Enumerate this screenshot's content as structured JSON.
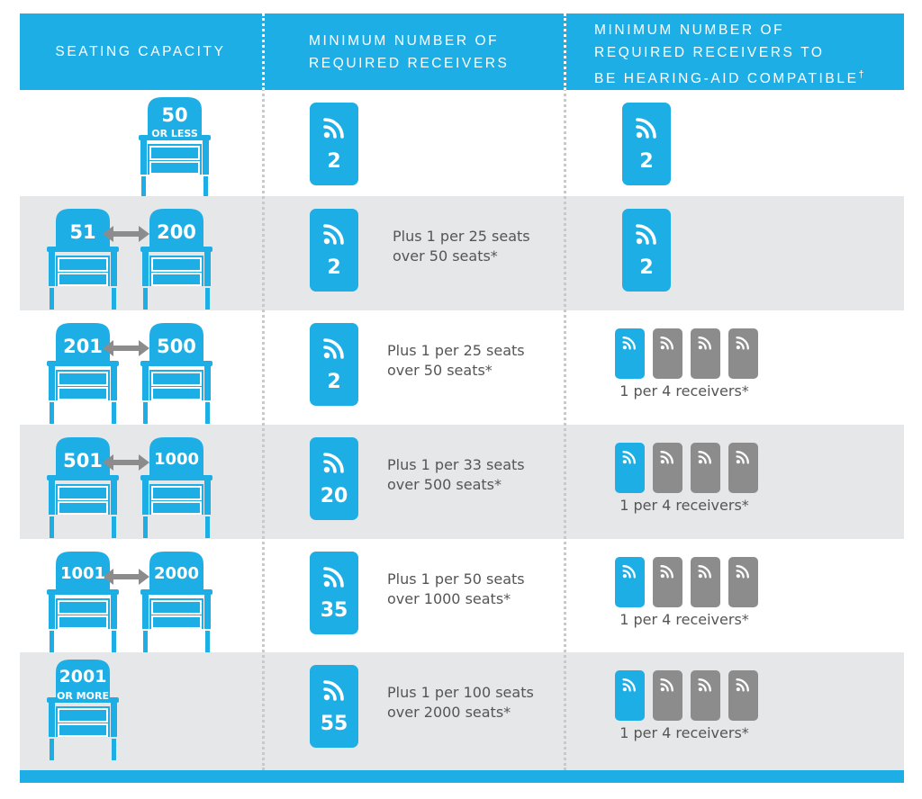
{
  "header": {
    "col1": "SEATING CAPACITY",
    "col2_line1": "MINIMUM NUMBER OF",
    "col2_line2": "REQUIRED RECEIVERS",
    "col3_line1": "MINIMUM NUMBER OF",
    "col3_line2": "REQUIRED RECEIVERS TO",
    "col3_line3": "BE HEARING-AID COMPATIBLE",
    "col3_mark": "†"
  },
  "colors": {
    "brand_blue": "#1eaee6",
    "gray_receiver": "#8c8c8c",
    "alt_row": "#e6e7e8",
    "note_text": "#555555"
  },
  "icons": {
    "receiver": "wifi-signal-icon",
    "chair": "theater-chair-icon",
    "range_arrow": "double-arrow-icon"
  },
  "rows": [
    {
      "cap_a": "50",
      "cap_sub": "OR LESS",
      "cap_b": "",
      "min_receivers": "2",
      "note_l1": "",
      "note_l2": "",
      "hac_value": "2",
      "hac_note": "",
      "hac_filled": 1,
      "hac_total": 1
    },
    {
      "cap_a": "51",
      "cap_sub": "",
      "cap_b": "200",
      "min_receivers": "2",
      "note_l1": "Plus 1 per 25 seats",
      "note_l2": "over 50 seats*",
      "hac_value": "2",
      "hac_note": "",
      "hac_filled": 1,
      "hac_total": 1
    },
    {
      "cap_a": "201",
      "cap_sub": "",
      "cap_b": "500",
      "min_receivers": "2",
      "note_l1": "Plus 1 per 25 seats",
      "note_l2": "over 50 seats*",
      "hac_value": "",
      "hac_note": "1 per 4 receivers*",
      "hac_filled": 1,
      "hac_total": 4
    },
    {
      "cap_a": "501",
      "cap_sub": "",
      "cap_b": "1000",
      "min_receivers": "20",
      "note_l1": "Plus 1 per 33 seats",
      "note_l2": "over 500 seats*",
      "hac_value": "",
      "hac_note": "1 per 4 receivers*",
      "hac_filled": 1,
      "hac_total": 4
    },
    {
      "cap_a": "1001",
      "cap_sub": "",
      "cap_b": "2000",
      "min_receivers": "35",
      "note_l1": "Plus 1 per 50 seats",
      "note_l2": "over 1000 seats*",
      "hac_value": "",
      "hac_note": "1 per 4 receivers*",
      "hac_filled": 1,
      "hac_total": 4
    },
    {
      "cap_a": "2001",
      "cap_sub": "OR MORE",
      "cap_b": "",
      "min_receivers": "55",
      "note_l1": "Plus 1 per 100 seats",
      "note_l2": "over 2000 seats*",
      "hac_value": "",
      "hac_note": "1 per 4 receivers*",
      "hac_filled": 1,
      "hac_total": 4
    }
  ]
}
